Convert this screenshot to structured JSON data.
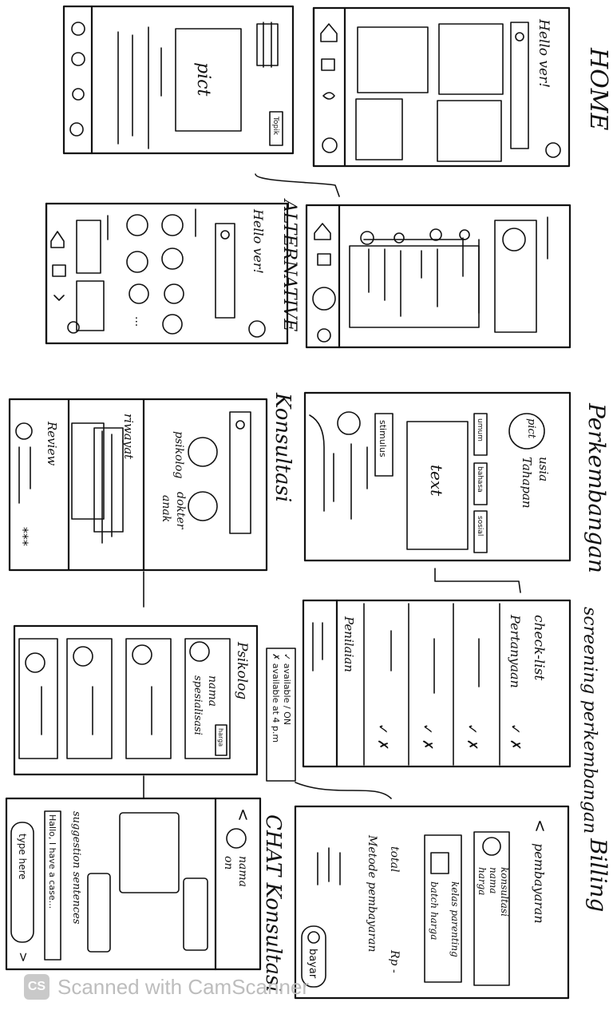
{
  "sections": {
    "home": "HOME",
    "alternative": "ALTERNATIVE",
    "perkembangan": "Perkembangan",
    "konsultasi": "Konsultasi",
    "screening": "screening perkembangan",
    "billing": "Billing",
    "chat": "CHAT Konsultasi"
  },
  "home": {
    "greeting": "Hello ver!",
    "pict": "pict",
    "tags": "Topik"
  },
  "alternative": {
    "greeting": "Hello ver!",
    "dots": "..."
  },
  "perkembangan": {
    "pict": "pict",
    "usia": "usia",
    "tahapan": "Tahapan",
    "chips": [
      "umum",
      "bahasa",
      "sosial"
    ],
    "stimulus": "stimulus",
    "text": "text"
  },
  "konsultasi": {
    "psikolog": "psikolog",
    "dokter": "dokter",
    "anak": "anak",
    "riwayat": "riwayat",
    "review": "Review",
    "stars": "***"
  },
  "screening": {
    "checklist": "check-list",
    "pertanyaan": "Pertanyaan",
    "checks": [
      "✓ ✗",
      "✓ ✗",
      "✓ ✗",
      "✓ ✗"
    ],
    "penilaian": "Penilaian"
  },
  "psikolog": {
    "title": "Psikolog",
    "nama": "nama",
    "spesialisasi": "spesialisasi",
    "harga": "harga",
    "available_on": "✓ available / ON",
    "available_at": "✗ available at 4 p.m"
  },
  "billing": {
    "back": "<",
    "pembayaran": "pembayaran",
    "konsultasi": "konsultasi",
    "nama": "nama",
    "harga": "harga",
    "kelas": "kelas parenting",
    "batch": "batch harga",
    "total": "total",
    "rp": "Rp -",
    "metode": "Metode pembayaran",
    "bayar": "bayar"
  },
  "chat": {
    "back": "<",
    "nama": "nama",
    "on": "on",
    "suggestion": "suggestion sentences",
    "hallo": "Hallo, I have a case...",
    "type_here": "type here",
    "send": ">"
  },
  "watermark": {
    "logo": "CS",
    "text": "Scanned with CamScanner"
  }
}
